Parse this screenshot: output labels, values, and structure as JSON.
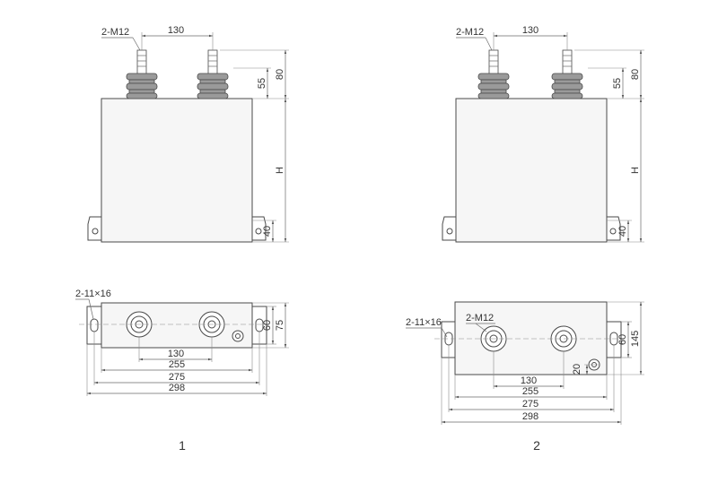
{
  "drawing_1": {
    "elev_width": "130",
    "elev_thread": "2-M12",
    "elev_h55": "55",
    "elev_h80": "80",
    "elev_H": "H",
    "elev_h40": "40",
    "plan_hole": "2-11×16",
    "plan_w60": "60",
    "plan_w75": "75",
    "plan_d130": "130",
    "plan_d255": "255",
    "plan_d275": "275",
    "plan_d298": "298",
    "caption": "1"
  },
  "drawing_2": {
    "elev_width": "130",
    "elev_thread": "2-M12",
    "elev_h55": "55",
    "elev_h80": "80",
    "elev_H": "H",
    "elev_h40": "40",
    "plan_hole": "2-11×16",
    "plan_thread": "2-M12",
    "plan_w60": "60",
    "plan_w145": "145",
    "plan_d20": "20",
    "plan_d130": "130",
    "plan_d255": "255",
    "plan_d275": "275",
    "plan_d298": "298",
    "caption": "2"
  }
}
